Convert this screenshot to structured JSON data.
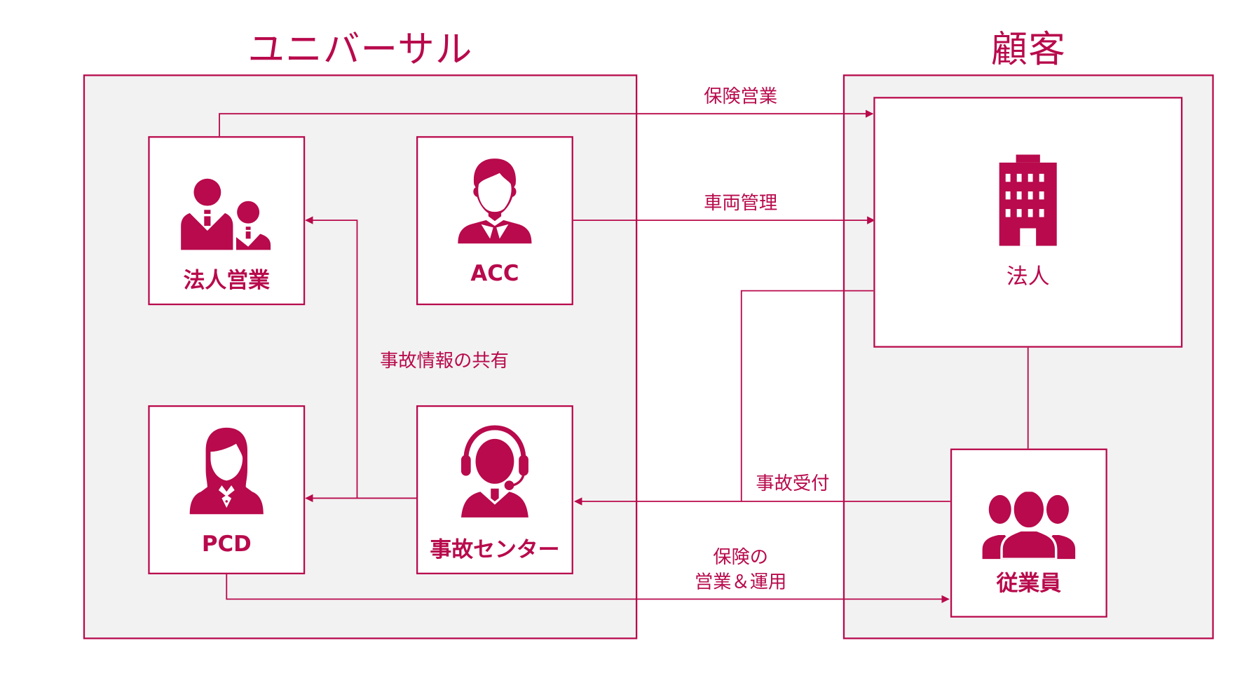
{
  "colors": {
    "accent": "#b80a4c",
    "group_fill": "#f2f2f2",
    "node_fill": "#ffffff"
  },
  "groups": {
    "universal": {
      "title": "ユニバーサル"
    },
    "customer": {
      "title": "顧客"
    }
  },
  "nodes": {
    "corporate_sales": {
      "label": "法人営業",
      "icon": "business-people-icon"
    },
    "acc": {
      "label": "ACC",
      "icon": "businessman-icon"
    },
    "pcd": {
      "label": "PCD",
      "icon": "businesswoman-icon"
    },
    "accident_center": {
      "label": "事故センター",
      "icon": "headset-operator-icon"
    },
    "corporation": {
      "label": "法人",
      "icon": "office-building-icon"
    },
    "employees": {
      "label": "従業員",
      "icon": "group-people-icon"
    }
  },
  "edges": {
    "insurance_sales": {
      "label": "保険営業",
      "from": "法人営業",
      "to": "法人"
    },
    "vehicle_management": {
      "label": "車両管理",
      "from": "ACC",
      "to": "法人"
    },
    "accident_info_sharing": {
      "label": "事故情報の共有",
      "from": "事故センター",
      "to": [
        "法人営業",
        "PCD"
      ]
    },
    "accident_reception": {
      "label": "事故受付",
      "from": [
        "従業員",
        "法人"
      ],
      "to": "事故センター"
    },
    "insurance_sales_operation": {
      "label_line1": "保険の",
      "label_line2": "営業＆運用",
      "from": "PCD",
      "to": "従業員"
    },
    "corp_employee_link": {
      "from": "法人",
      "to": "従業員"
    }
  }
}
